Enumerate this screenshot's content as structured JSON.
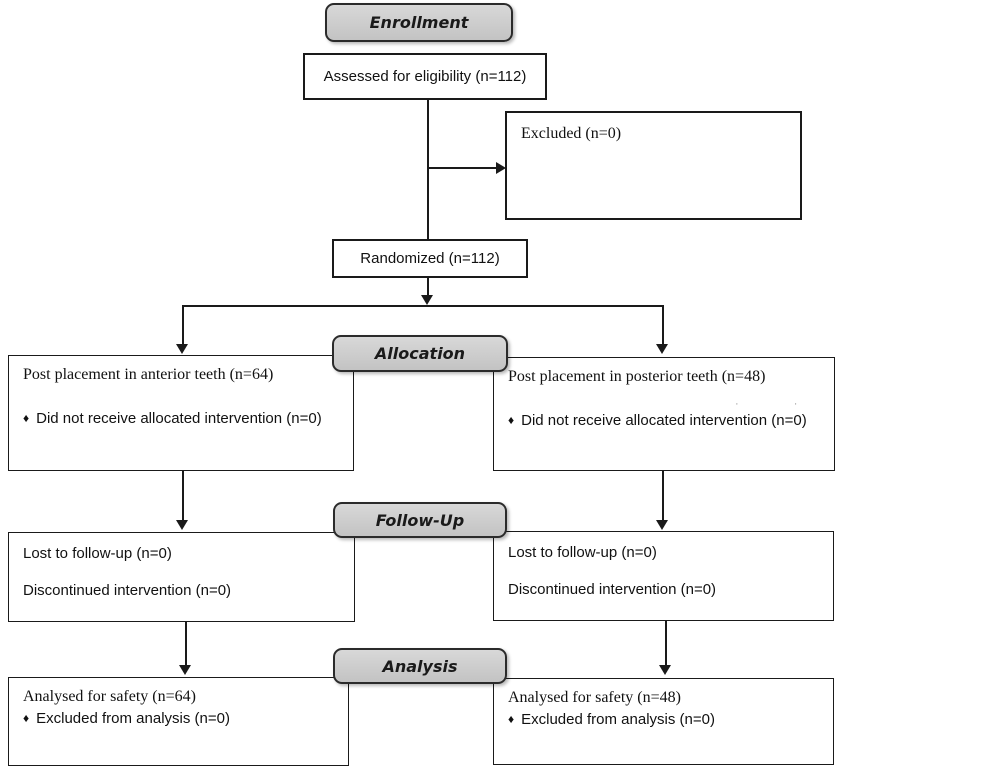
{
  "colors": {
    "header_fill": "#c9c9c9",
    "header_border": "#2b2b2b",
    "box_border": "#1a1a1a",
    "text": "#111111",
    "background": "#ffffff"
  },
  "bullets": {
    "icon": "♦"
  },
  "enrollment": {
    "header": "Enrollment",
    "assessed": "Assessed for eligibility (n=112)",
    "excluded": "Excluded (n=0)",
    "randomized": "Randomized (n=112)"
  },
  "allocation": {
    "header": "Allocation",
    "left": {
      "title": "Post placement in anterior teeth (n=64)",
      "bullet": "Did not receive allocated intervention (n=0)"
    },
    "right": {
      "title": "Post placement in posterior teeth (n=48)",
      "bullet": "Did not receive allocated intervention (n=0)",
      "artifact": "· ·"
    }
  },
  "followup": {
    "header": "Follow-Up",
    "left": {
      "line1": "Lost to follow-up (n=0)",
      "line2": "Discontinued intervention (n=0)"
    },
    "right": {
      "line1": "Lost to follow-up (n=0)",
      "line2": "Discontinued intervention (n=0)"
    }
  },
  "analysis": {
    "header": "Analysis",
    "left": {
      "title": "Analysed for safety (n=64)",
      "bullet": "Excluded from analysis (n=0)"
    },
    "right": {
      "title": "Analysed for safety (n=48)",
      "bullet": "Excluded from analysis (n=0)"
    }
  }
}
